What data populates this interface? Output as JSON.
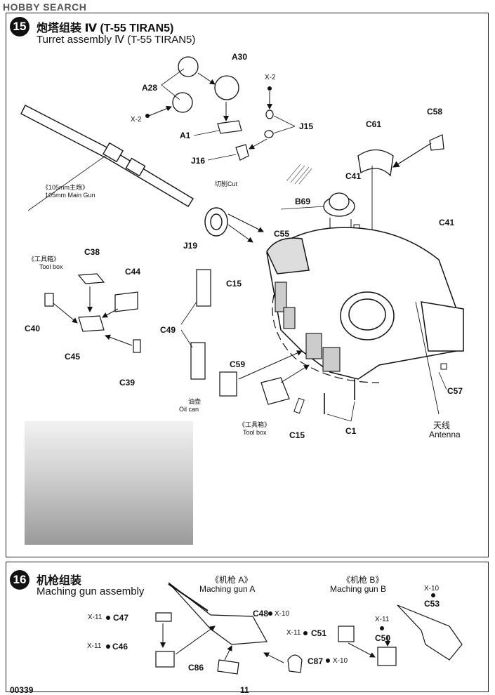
{
  "watermark": "HOBBY SEARCH",
  "step15": {
    "number": "15",
    "title_zh": "炮塔组装 Ⅳ (T-55 TIRAN5)",
    "title_en": "Turret assembly Ⅳ (T-55 TIRAN5)",
    "labels": {
      "a30": "A30",
      "a28": "A28",
      "x2a": "X-2",
      "x2b": "X-2",
      "a1": "A1",
      "j15": "J15",
      "j16": "J16",
      "c61": "C61",
      "c58": "C58",
      "c41a": "C41",
      "c41b": "C41",
      "b69": "B69",
      "c55": "C55",
      "j19": "J19",
      "c38": "C38",
      "c44": "C44",
      "c40": "C40",
      "c45": "C45",
      "c39": "C39",
      "c15a": "C15",
      "c49": "C49",
      "c59": "C59",
      "c57": "C57",
      "c1": "C1",
      "c15b": "C15"
    },
    "main_gun_zh": "《105mm主炮》",
    "main_gun_en": "105mm Main Gun",
    "cut_zh": "切削Cut",
    "toolbox1_zh": "《工具箱》",
    "toolbox1_en": "Tool box",
    "oilcan_zh": "油壶",
    "oilcan_en": "Oil can",
    "toolbox2_zh": "《工具箱》",
    "toolbox2_en": "Tool box",
    "antenna_zh": "天线",
    "antenna_en": "Antenna"
  },
  "step16": {
    "number": "16",
    "title_zh": "机枪组装",
    "title_en": "Maching gun assembly",
    "gun_a_zh": "《机枪 A》",
    "gun_a_en": "Maching gun A",
    "gun_b_zh": "《机枪 B》",
    "gun_b_en": "Maching gun B",
    "labels": {
      "c47": "C47",
      "x11a": "X-11",
      "c46": "C46",
      "x11b": "X-11",
      "c48": "C48",
      "x10a": "X-10",
      "c86": "C86",
      "c87": "C87",
      "x10b": "X-10",
      "c51": "C51",
      "x11c": "X-11",
      "x11d": "X-11",
      "c50": "C50",
      "x10c": "X-10",
      "c53": "C53"
    }
  },
  "footer": {
    "code": "00339",
    "page": "11"
  }
}
